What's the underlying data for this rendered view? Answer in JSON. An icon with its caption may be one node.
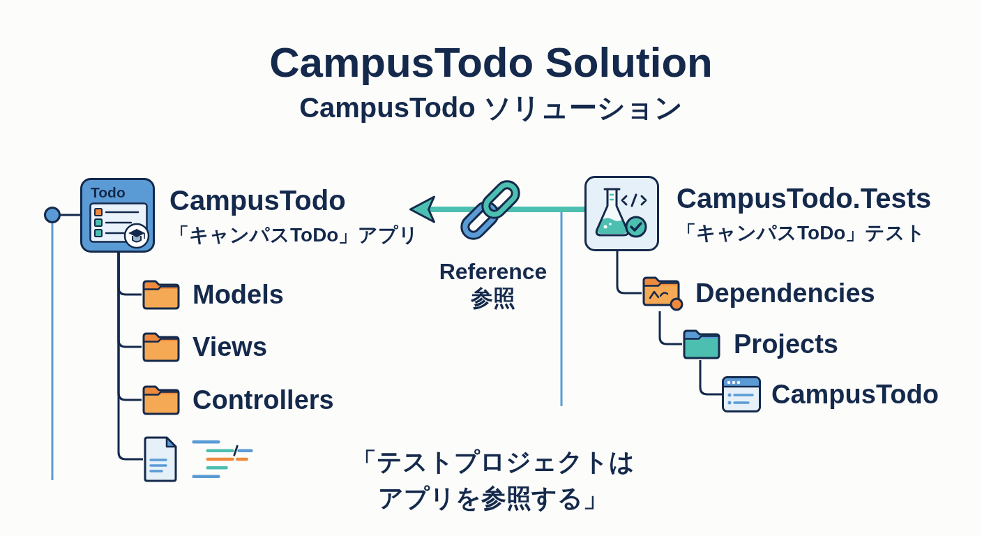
{
  "diagram": {
    "title": "CampusTodo Solution",
    "nodes": [
      {
        "text": [],
        "shape": "circle"
      },
      {
        "text": [
          "Todo",
          "CampusTodo",
          "「キャンパスToDo」アプリ"
        ]
      },
      {
        "text": [
          "Models"
        ]
      },
      {
        "text": [
          "Views"
        ]
      },
      {
        "text": [
          "Controllers"
        ]
      },
      {
        "text": [],
        "shape": "document"
      },
      {
        "text": [
          "CampusTodo.Tests",
          "「キャンパスToDo」テスト"
        ]
      },
      {
        "text": [
          "Dependencies"
        ]
      },
      {
        "text": [
          "Projects"
        ]
      },
      {
        "text": [
          "CampusTodo"
        ]
      }
    ],
    "edges": [
      {
        "from": 0,
        "to": 1,
        "arrow": "none"
      },
      {
        "from": 1,
        "to": 2,
        "arrow": "none"
      },
      {
        "from": 1,
        "to": 3,
        "arrow": "none"
      },
      {
        "from": 1,
        "to": 4,
        "arrow": "none"
      },
      {
        "from": 1,
        "to": 5,
        "arrow": "none"
      },
      {
        "from": 6,
        "to": 1,
        "arrow": "to",
        "label": "Reference 参照",
        "style": "thick",
        "color": "#4dbfb0"
      },
      {
        "from": 6,
        "to": 7,
        "arrow": "none"
      },
      {
        "from": 7,
        "to": 8,
        "arrow": "none"
      },
      {
        "from": 8,
        "to": 9,
        "arrow": "none"
      }
    ],
    "labels": [
      "CampusTodo ソリューション",
      "「テストプロジェクトはアプリを参照する」"
    ]
  }
}
